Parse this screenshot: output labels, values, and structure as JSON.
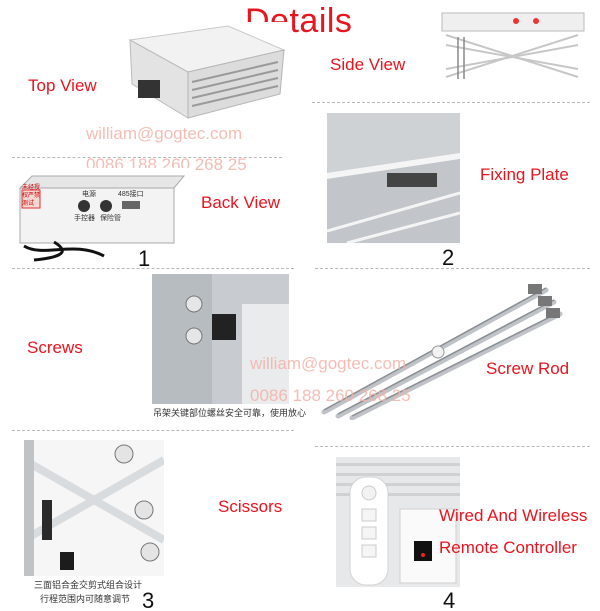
{
  "title": "Details",
  "labels": {
    "top_view": "Top View",
    "side_view": "Side View",
    "back_view": "Back View",
    "fixing_plate": "Fixing Plate",
    "screws": "Screws",
    "screw_rod": "Screw Rod",
    "scissors": "Scissors",
    "remote_line1": "Wired And Wireless",
    "remote_line2": "Remote Controller"
  },
  "numbers": {
    "n1": "1",
    "n2": "2",
    "n3": "3",
    "n4": "4"
  },
  "watermark": {
    "email": "william@gogtec.com",
    "phone": "0086 188 260 268 25"
  },
  "back_panel": {
    "warning": "未经授权严禁测试",
    "power": "电源",
    "port485": "485接口",
    "manual": "手控器",
    "fuse": "保险管"
  },
  "captions": {
    "screws": "吊架关键部位螺丝安全可靠，使用放心",
    "scissors_line1": "三面铝合金交剪式组合设计",
    "scissors_line2": "行程范围内可随意调节"
  },
  "colors": {
    "accent": "#e8141e",
    "watermark": "#f3b2a8"
  }
}
